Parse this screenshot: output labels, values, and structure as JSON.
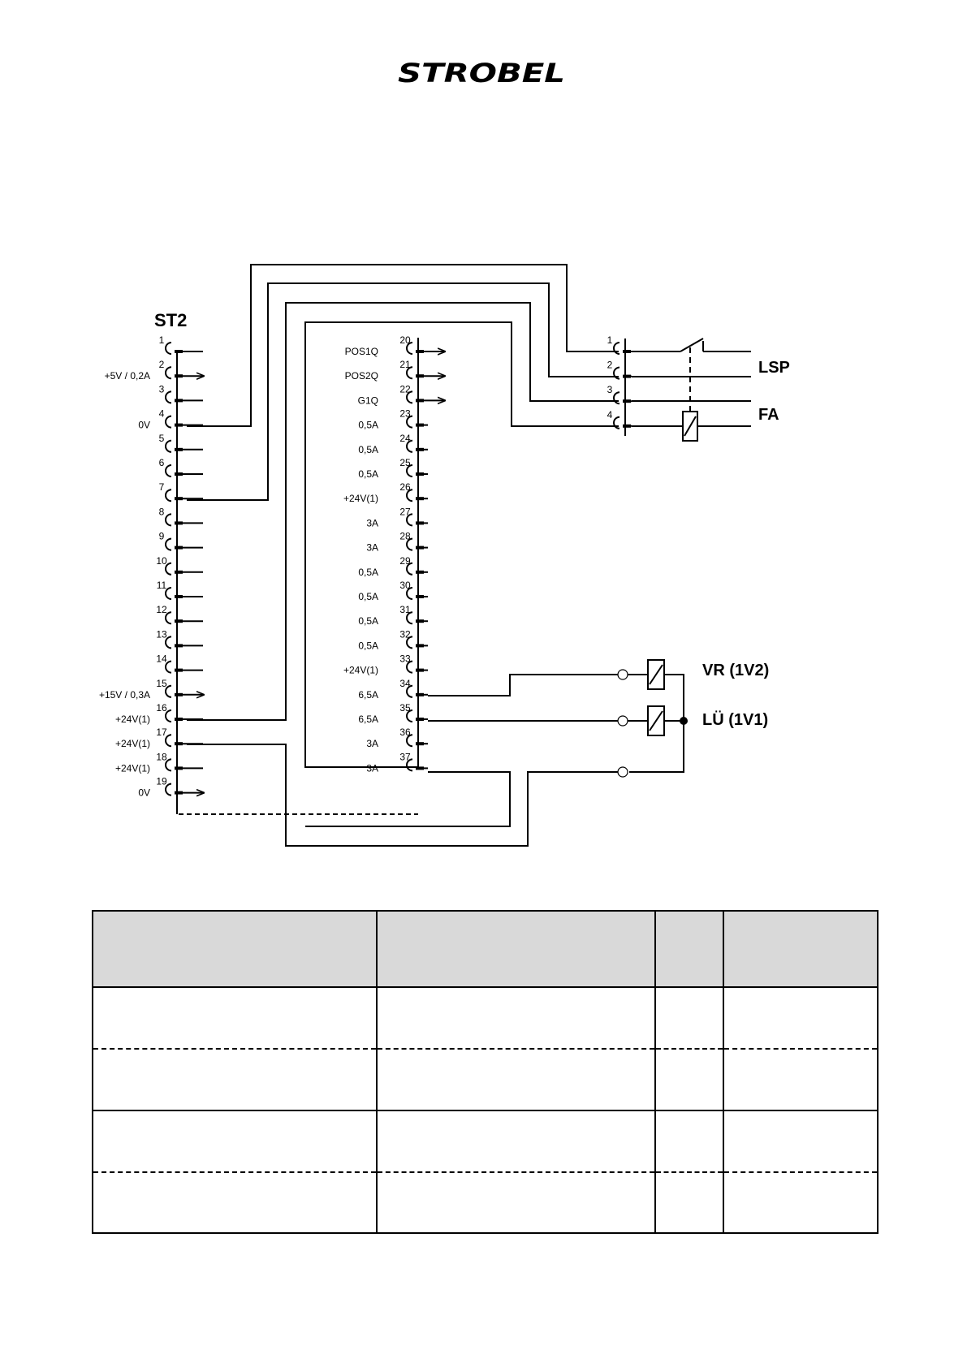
{
  "header": {
    "logo_text": "STROBEL"
  },
  "diagram": {
    "left_connector": {
      "title": "ST2",
      "pins": [
        "1",
        "2",
        "3",
        "4",
        "5",
        "6",
        "7",
        "8",
        "9",
        "10",
        "11",
        "12",
        "13",
        "14",
        "15",
        "16",
        "17",
        "18",
        "19"
      ],
      "labels": {
        "2": "+5V / 0,2A",
        "4": "0V",
        "15": "+15V / 0,3A",
        "16": "+24V(1)",
        "17": "+24V(1)",
        "18": "+24V(1)",
        "19": "0V"
      }
    },
    "right_connector": {
      "pins": [
        "20",
        "21",
        "22",
        "23",
        "24",
        "25",
        "26",
        "27",
        "28",
        "29",
        "30",
        "31",
        "32",
        "33",
        "34",
        "35",
        "36",
        "37"
      ],
      "labels": [
        "POS1Q",
        "POS2Q",
        "G1Q",
        "0,5A",
        "0,5A",
        "0,5A",
        "+24V(1)",
        "3A",
        "3A",
        "0,5A",
        "0,5A",
        "0,5A",
        "0,5A",
        "+24V(1)",
        "6,5A",
        "6,5A",
        "3A",
        "3A"
      ]
    },
    "device_connector": {
      "pins": [
        "1",
        "2",
        "3",
        "4"
      ]
    },
    "devices": {
      "lsp": "LSP",
      "fa": "FA",
      "vr": "VR (1V2)",
      "lu": "LÜ (1V1)"
    }
  }
}
